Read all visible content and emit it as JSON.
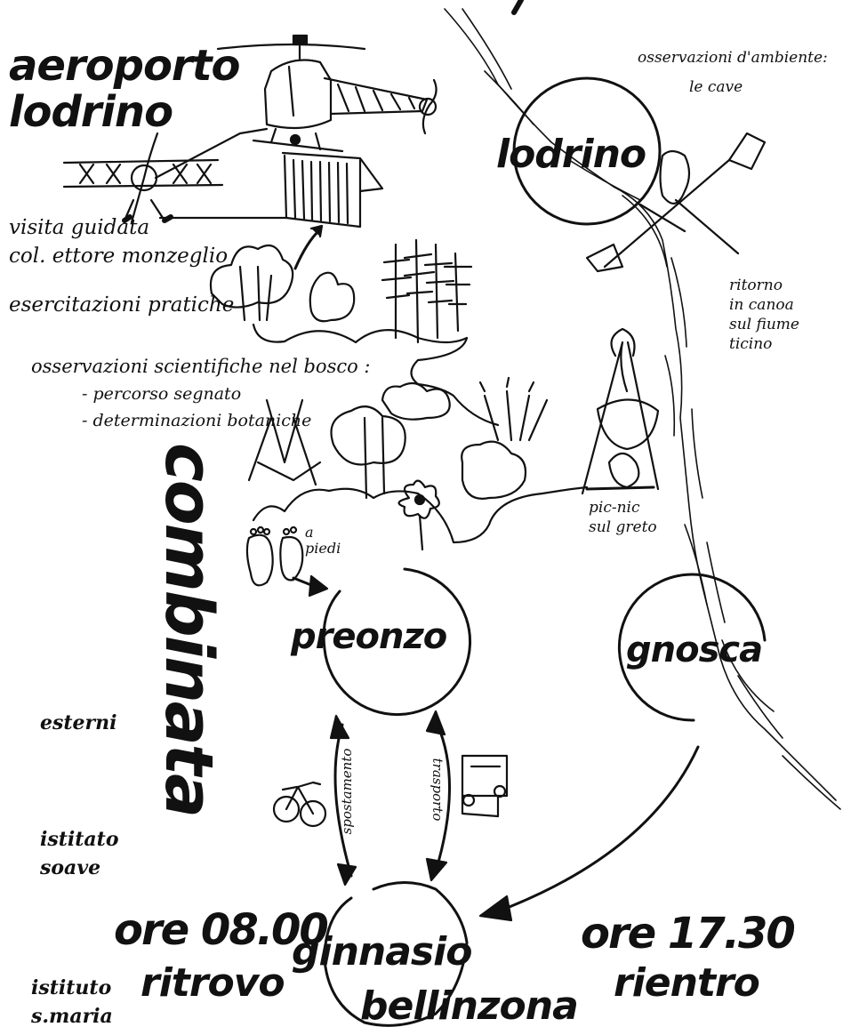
{
  "title_left": "aeroporto\nlodrino",
  "left_notes": {
    "guided_visit": "visita guidata\ncol. ettore monzeglio",
    "exercises": "esercitazioni pratiche"
  },
  "science": {
    "heading": "osservazioni scientifiche nel bosco :",
    "item1": "- percorso segnato",
    "item2": "- determinazioni botaniche"
  },
  "top_right": {
    "line1": "osservazioni d'ambiente:",
    "line2": "le cave"
  },
  "stops": {
    "lodrino": "lodrino",
    "preonzo": "preonzo",
    "gnosca": "gnosca",
    "ginnasio": "ginnasio",
    "bellinzona": "bellinzona"
  },
  "canoe_note": "ritorno\nin canoa\nsul fiume\nticino",
  "picnic": "pic-nic\nsul greto",
  "on_foot": "a\npiedi",
  "combinata": "combinata",
  "groups": {
    "esterni": "esterni",
    "soave": "istitato\nsoave",
    "s_maria": "istituto\ns.maria"
  },
  "transport": {
    "bike": "spostamento",
    "truck": "trasporto"
  },
  "times": {
    "meet_time": "ore 08.00",
    "meet_label": "ritrovo",
    "return_time": "ore 17.30",
    "return_label": "rientro"
  },
  "icons": [
    "helicopter-icon",
    "biplane-icon",
    "hangar-icon",
    "trees-icon",
    "campfire-pot-icon",
    "canoe-paddles-icon",
    "bicycle-icon",
    "truck-icon",
    "footprints-icon",
    "river-icon"
  ]
}
